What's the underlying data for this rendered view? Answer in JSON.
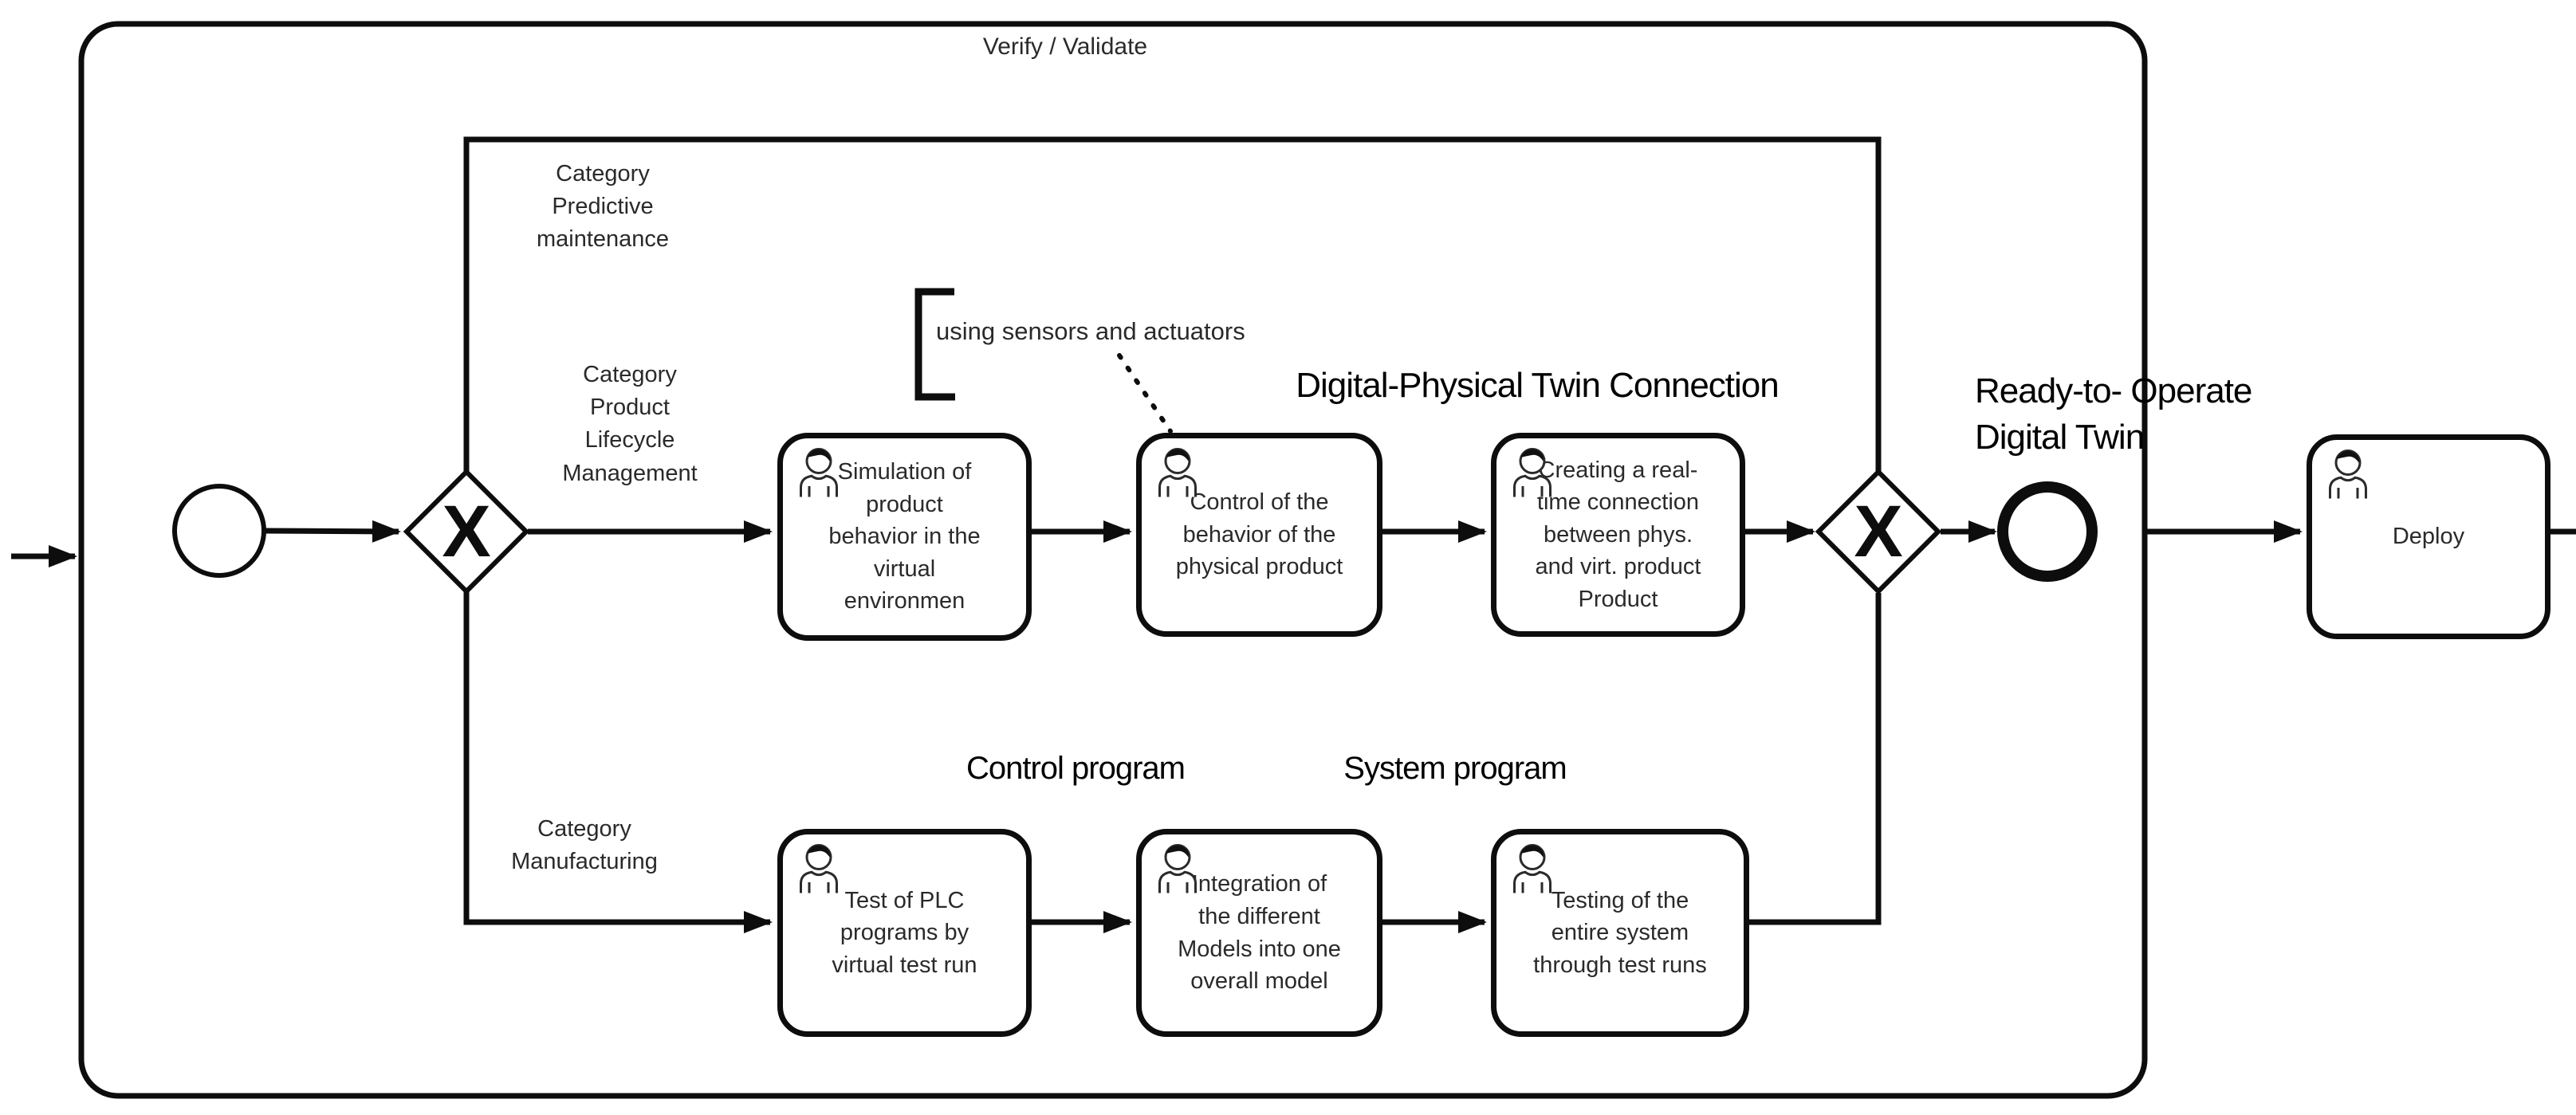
{
  "diagram": {
    "title": "Verify / Validate",
    "annotation": "using sensors and actuators",
    "gateway_symbol": "X",
    "headings": {
      "twin_connection": "Digital-Physical Twin Connection",
      "ready_to_operate": "Ready-to- Operate\nDigital Twin",
      "control_program": "Control program",
      "system_program": "System program"
    },
    "branch_labels": {
      "predictive_maintenance": "Category\nPredictive\nmaintenance",
      "product_lifecycle": "Category\nProduct\nLifecycle\nManagement",
      "manufacturing": "Category\nManufacturing"
    },
    "tasks": {
      "simulation": "Simulation of\nproduct\nbehavior in the\nvirtual\nenvironmen",
      "control_behavior": "Control of the\nbehavior of the\nphysical product",
      "realtime_connection": "Creating a real-\ntime connection\nbetween phys.\nand virt. product\nProduct",
      "plc_test": "Test of PLC\nprograms by\nvirtual test run",
      "integration": "Integration of\nthe different\nModels into one\noverall model",
      "system_testing": "Testing of the\nentire system\nthrough test runs",
      "deploy": "Deploy"
    },
    "colors": {
      "stroke": "#0d0d0d",
      "background": "#ffffff"
    }
  }
}
